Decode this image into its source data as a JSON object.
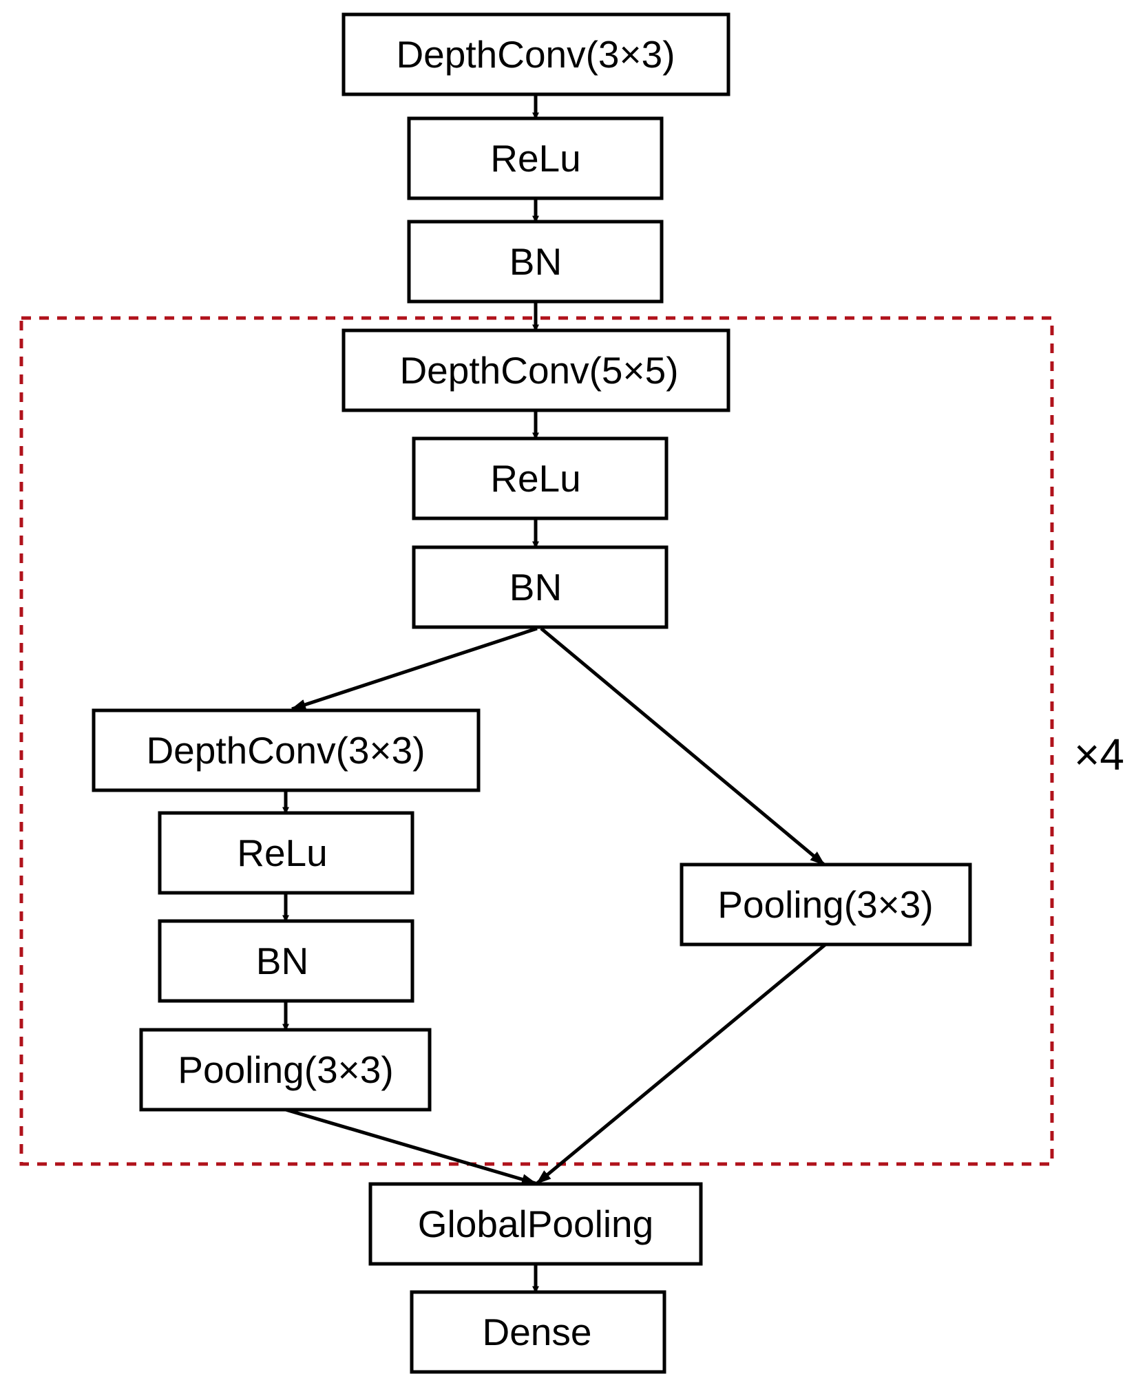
{
  "colors": {
    "stroke": "#000000",
    "repeat_box": "#b0121b",
    "background": "#ffffff"
  },
  "nodes": [
    {
      "id": "depthconv-3x3-top",
      "label": "DepthConv(3×3)"
    },
    {
      "id": "relu-1",
      "label": "ReLu"
    },
    {
      "id": "bn-1",
      "label": "BN"
    },
    {
      "id": "depthconv-5x5",
      "label": "DepthConv(5×5)"
    },
    {
      "id": "relu-2",
      "label": "ReLu"
    },
    {
      "id": "bn-2",
      "label": "BN"
    },
    {
      "id": "depthconv-3x3-branch",
      "label": "DepthConv(3×3)"
    },
    {
      "id": "relu-3",
      "label": "ReLu"
    },
    {
      "id": "bn-3",
      "label": "BN"
    },
    {
      "id": "pooling-3x3-left",
      "label": "Pooling(3×3)"
    },
    {
      "id": "pooling-3x3-right",
      "label": "Pooling(3×3)"
    },
    {
      "id": "global-pooling",
      "label": "GlobalPooling"
    },
    {
      "id": "dense",
      "label": "Dense"
    }
  ],
  "edges": [
    {
      "from": "depthconv-3x3-top",
      "to": "relu-1"
    },
    {
      "from": "relu-1",
      "to": "bn-1"
    },
    {
      "from": "bn-1",
      "to": "depthconv-5x5"
    },
    {
      "from": "depthconv-5x5",
      "to": "relu-2"
    },
    {
      "from": "relu-2",
      "to": "bn-2"
    },
    {
      "from": "bn-2",
      "to": "depthconv-3x3-branch"
    },
    {
      "from": "bn-2",
      "to": "pooling-3x3-right"
    },
    {
      "from": "depthconv-3x3-branch",
      "to": "relu-3"
    },
    {
      "from": "relu-3",
      "to": "bn-3"
    },
    {
      "from": "bn-3",
      "to": "pooling-3x3-left"
    },
    {
      "from": "pooling-3x3-left",
      "to": "global-pooling"
    },
    {
      "from": "pooling-3x3-right",
      "to": "global-pooling"
    },
    {
      "from": "global-pooling",
      "to": "dense"
    }
  ],
  "repeat": {
    "label": "×4"
  }
}
